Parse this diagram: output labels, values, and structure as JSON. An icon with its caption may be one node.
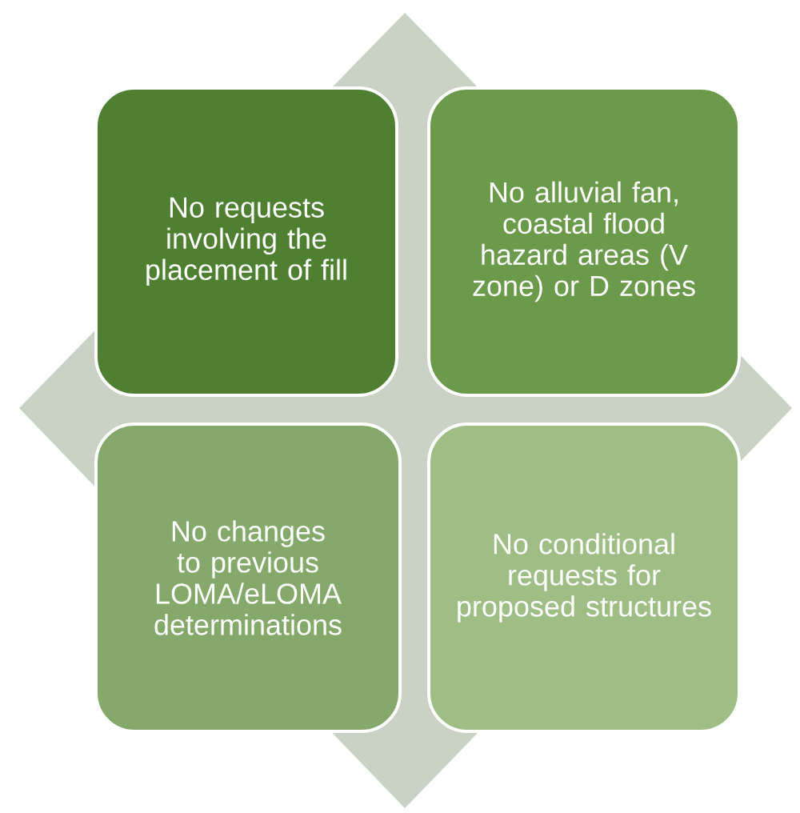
{
  "diagram": {
    "nodes": [
      {
        "text": [
          "No requests involving the placement of fill"
        ]
      },
      {
        "text": [
          "No alluvial fan, coastal flood hazard areas (V zone) or D zones"
        ]
      },
      {
        "text": [
          "No changes to previous LOMA/eLOMA determinations"
        ]
      },
      {
        "text": [
          "No conditional requests for proposed structures"
        ]
      }
    ]
  }
}
